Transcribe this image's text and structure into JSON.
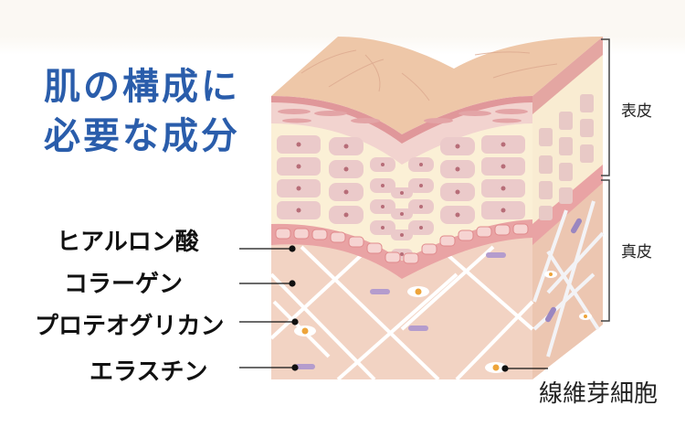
{
  "title": {
    "line1": "肌の構成に",
    "line2": "必要な成分"
  },
  "components": [
    {
      "label": "ヒアルロン酸"
    },
    {
      "label": "コラーゲン"
    },
    {
      "label": "プロテオグリカン"
    },
    {
      "label": "エラスチン"
    }
  ],
  "layers": {
    "epidermis": "表皮",
    "dermis": "真皮"
  },
  "cell_label": "線維芽細胞",
  "colors": {
    "title": "#2a5dab",
    "skin_top": "#eec7a8",
    "dermis": "#f2d3c3",
    "epidermis_cells": "#fbf0d6",
    "elastin": "#b49ccd",
    "fibroblast_nucleus": "#eea43a"
  }
}
